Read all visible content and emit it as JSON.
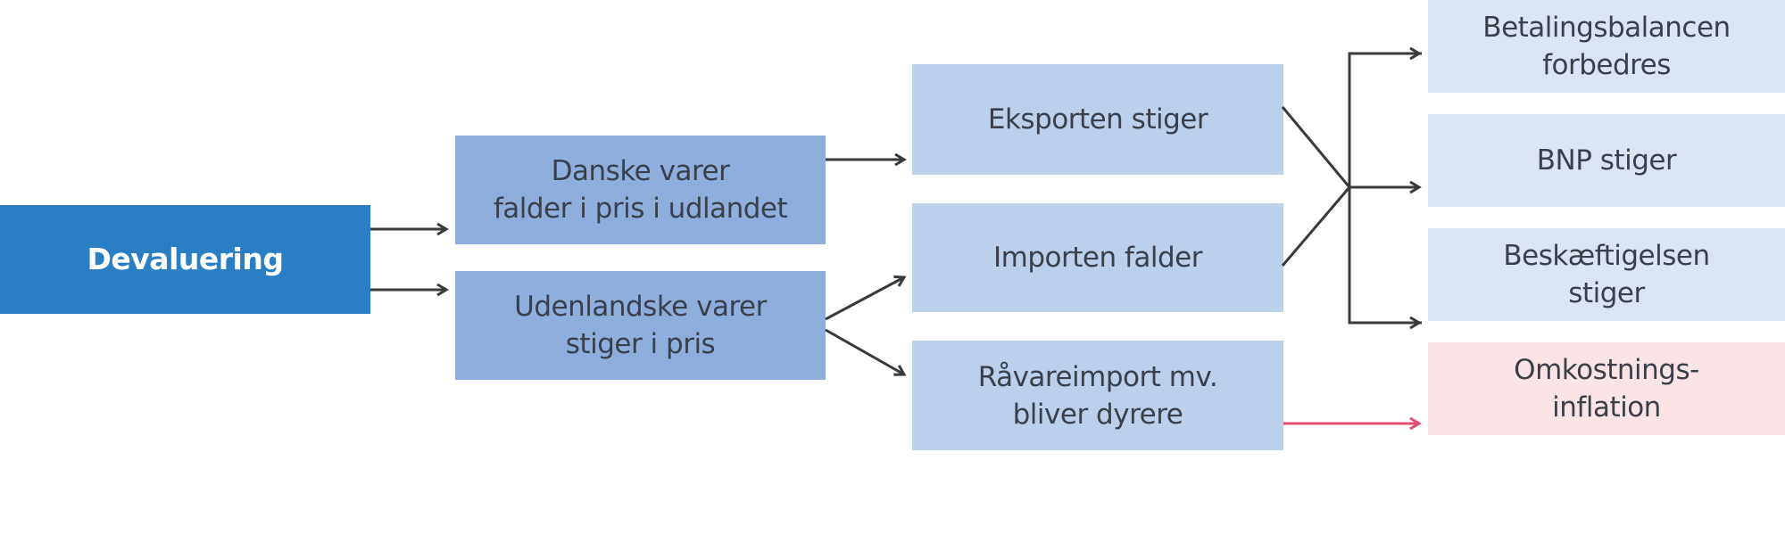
{
  "colors": {
    "root": "#2a7fc4",
    "level2": "#8eaedd",
    "level3": "#bcd0ec",
    "outcome": "#dbe4f5",
    "negative_outcome": "#fae4e6",
    "arrow": "#3a3a3a",
    "negative_arrow": "#e04f72"
  },
  "nodes": {
    "root": {
      "label": "Devaluering"
    },
    "danske_varer": {
      "label": "Danske varer\nfalder i pris i udlandet"
    },
    "udenlandske_varer": {
      "label": "Udenlandske varer\nstiger i pris"
    },
    "eksport": {
      "label": "Eksporten stiger"
    },
    "import": {
      "label": "Importen falder"
    },
    "raavare": {
      "label": "Råvareimport mv.\nbliver dyrere"
    },
    "betalingsbalance": {
      "label": "Betalingsbalancen\nforbedres"
    },
    "bnp": {
      "label": "BNP stiger"
    },
    "beskaeftigelse": {
      "label": "Beskæftigelsen\nstiger"
    },
    "inflation": {
      "label": "Omkostnings-\ninflation"
    }
  },
  "edges": [
    {
      "from": "root",
      "to": "danske_varer"
    },
    {
      "from": "root",
      "to": "udenlandske_varer"
    },
    {
      "from": "danske_varer",
      "to": "eksport"
    },
    {
      "from": "udenlandske_varer",
      "to": "import"
    },
    {
      "from": "udenlandske_varer",
      "to": "raavare"
    },
    {
      "from": "eksport",
      "to": "betalingsbalance"
    },
    {
      "from": "eksport",
      "to": "bnp"
    },
    {
      "from": "eksport",
      "to": "beskaeftigelse"
    },
    {
      "from": "import",
      "to": "betalingsbalance"
    },
    {
      "from": "import",
      "to": "bnp"
    },
    {
      "from": "import",
      "to": "beskaeftigelse"
    },
    {
      "from": "raavare",
      "to": "inflation",
      "style": "negative"
    }
  ]
}
